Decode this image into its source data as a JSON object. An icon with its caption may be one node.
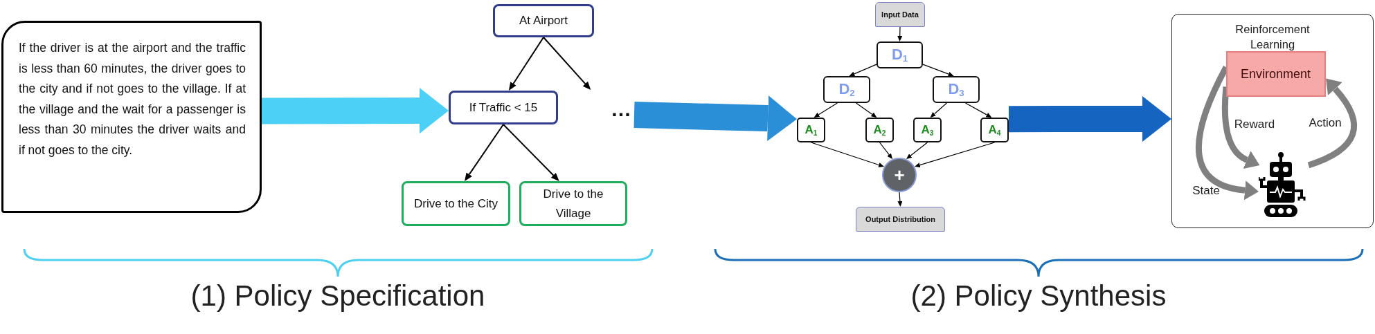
{
  "diagram": {
    "nodes": [
      {
        "text": [
          "If the driver is at the airport and the traffic is less than 60 minutes, the driver goes to the city and if not goes to the village. If at the village and the wait for a passenger is less than 30 minutes the driver waits and if not goes to the city."
        ]
      },
      {
        "text": [
          "At Airport"
        ]
      },
      {
        "text": [
          "If Traffic < 15"
        ]
      },
      {
        "text": [
          "…"
        ]
      },
      {
        "text": [
          "Drive to the City"
        ]
      },
      {
        "text": [
          "Drive to the Village"
        ]
      },
      {
        "text": [
          "Input Data"
        ]
      },
      {
        "text": [
          "D$_{1}$"
        ]
      },
      {
        "text": [
          "D$_{2}$"
        ]
      },
      {
        "text": [
          "D$_{3}$"
        ]
      },
      {
        "text": [
          "A$_{1}$"
        ]
      },
      {
        "text": [
          "A$_{2}$"
        ]
      },
      {
        "text": [
          "A$_{3}$"
        ]
      },
      {
        "text": [
          "A$_{4}$"
        ]
      },
      {
        "text": [
          "+"
        ]
      },
      {
        "text": [
          "Output Distribution"
        ]
      },
      {
        "text": [
          "Reinforcement Learning"
        ]
      },
      {
        "text": [
          "Environment"
        ],
        "in": 16
      },
      {
        "text": [],
        "shape": "picture",
        "in": 16
      }
    ],
    "edges": [
      {
        "from": 0,
        "to": 2,
        "arrow": "to",
        "style": "thick",
        "color": "#4dd0f5"
      },
      {
        "from": 1,
        "to": 2,
        "arrow": "to"
      },
      {
        "from": 1,
        "to": 3,
        "arrow": "to"
      },
      {
        "from": 2,
        "to": 4,
        "arrow": "to"
      },
      {
        "from": 2,
        "to": 5,
        "arrow": "to"
      },
      {
        "from": 3,
        "to": 10,
        "arrow": "to",
        "style": "thick",
        "color": "#2a8fd6"
      },
      {
        "from": 6,
        "to": 7,
        "arrow": "to"
      },
      {
        "from": 7,
        "to": 8,
        "arrow": "to"
      },
      {
        "from": 7,
        "to": 9,
        "arrow": "to"
      },
      {
        "from": 8,
        "to": 10,
        "arrow": "to"
      },
      {
        "from": 8,
        "to": 11,
        "arrow": "to"
      },
      {
        "from": 9,
        "to": 12,
        "arrow": "to"
      },
      {
        "from": 9,
        "to": 13,
        "arrow": "to"
      },
      {
        "from": 10,
        "to": 14,
        "arrow": "to"
      },
      {
        "from": 11,
        "to": 14,
        "arrow": "to"
      },
      {
        "from": 12,
        "to": 14,
        "arrow": "to"
      },
      {
        "from": 13,
        "to": 14,
        "arrow": "to"
      },
      {
        "from": 14,
        "to": 15,
        "arrow": "to"
      },
      {
        "from": 13,
        "to": 16,
        "arrow": "to",
        "style": "thick",
        "color": "#1565c0"
      },
      {
        "from": 17,
        "to": 18,
        "arrow": "to",
        "label": "Reward",
        "style": "thick",
        "color": "#808080"
      },
      {
        "from": 17,
        "to": 18,
        "arrow": "to",
        "label": "State",
        "style": "thick",
        "color": "#808080"
      },
      {
        "from": 18,
        "to": 17,
        "arrow": "to",
        "label": "Action",
        "style": "thick",
        "color": "#808080"
      }
    ],
    "labels": [
      "(1) Policy Specification",
      "(2) Policy Synthesis"
    ]
  }
}
